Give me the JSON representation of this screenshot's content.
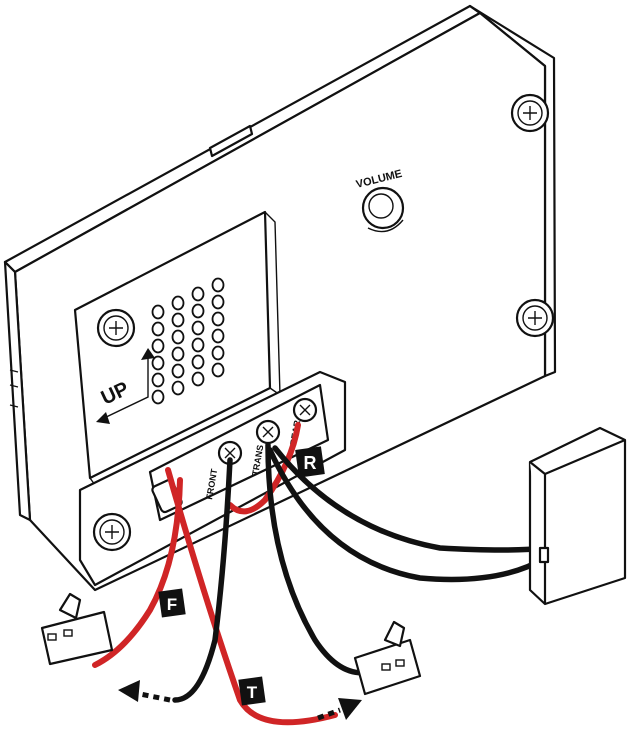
{
  "labels": {
    "volume": "VOLUME",
    "up": "UP",
    "front": "FRONT",
    "trans": "TRANS",
    "rear": "REAR"
  },
  "tags": {
    "front_wire": "F",
    "trans_wire": "T",
    "rear_wire": "R"
  },
  "colors": {
    "front_wire": "#d02526",
    "trans_wire": "#d02526",
    "rear_wire": "#d02526",
    "common_wire": "#111111",
    "outline": "#111111"
  }
}
